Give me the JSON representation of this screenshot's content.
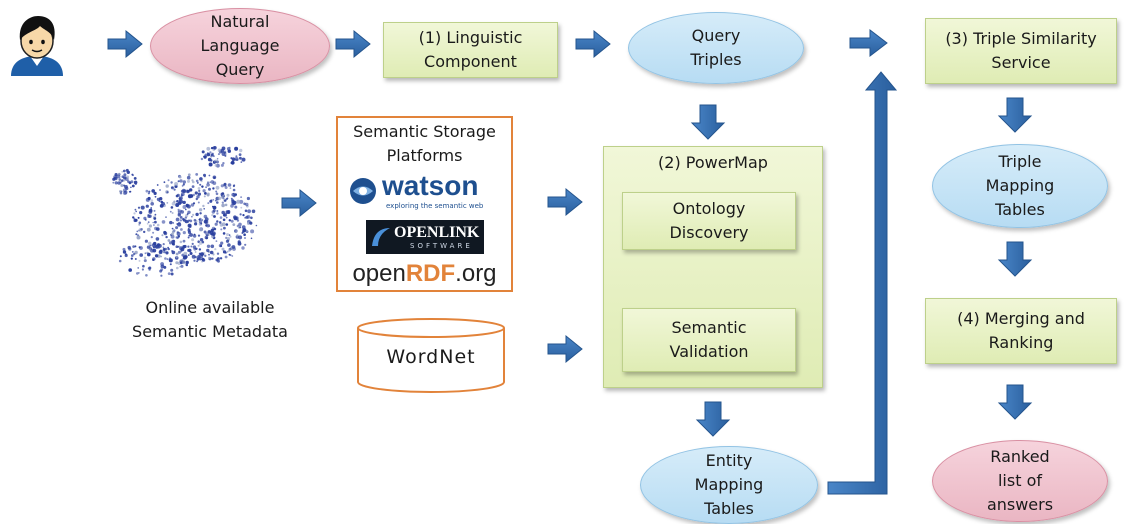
{
  "nodes": {
    "nl_query": "Natural\nLanguage\nQuery",
    "linguistic": "(1) Linguistic\nComponent",
    "query_triples": "Query\nTriples",
    "triple_similarity": "(3) Triple Similarity\nService",
    "triple_mapping": "Triple\nMapping\nTables",
    "powermap": "(2) PowerMap",
    "ontology_discovery": "Ontology\nDiscovery",
    "semantic_validation": "Semantic\nValidation",
    "merging_ranking": "(4) Merging and\nRanking",
    "entity_mapping": "Entity\nMapping\nTables",
    "ranked_list": "Ranked\nlist of\nanswers",
    "storage_title": "Semantic Storage\nPlatforms",
    "online_metadata": "Online available\nSemantic Metadata",
    "wordnet": "WordNet"
  },
  "logos": {
    "watson": "watson",
    "watson_tagline": "exploring the semantic web",
    "openlink": "OPENLINK",
    "openlink_sub": "SOFTWARE",
    "openrdf_prefix": "open",
    "openrdf_mid": "RDF",
    "openrdf_suffix": ".org"
  },
  "colors": {
    "arrow": "#2f6db5",
    "pink": "#eab6c3",
    "blue": "#b7dcf3",
    "green": "#dfecb4",
    "orange": "#e2833a"
  }
}
